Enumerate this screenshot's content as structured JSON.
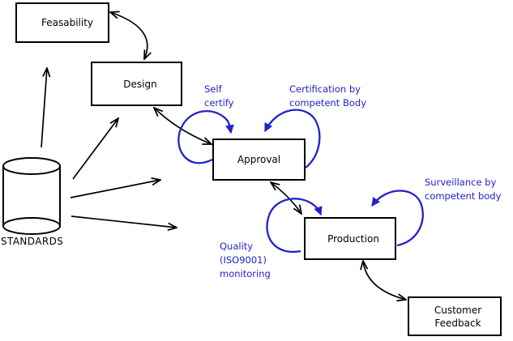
{
  "nodes": {
    "feasability": {
      "label": "Feasability"
    },
    "design": {
      "label": "Design"
    },
    "approval": {
      "label": "Approval"
    },
    "production": {
      "label": "Production"
    },
    "customer_feedback": {
      "lines": [
        "Customer",
        "Feedback"
      ]
    }
  },
  "standards": {
    "label": "STANDARDS"
  },
  "annotations": {
    "self_certify": {
      "lines": [
        "Self",
        "certify"
      ]
    },
    "certification": {
      "lines": [
        "Certification by",
        "competent Body"
      ]
    },
    "surveillance": {
      "lines": [
        "Surveillance by",
        "competent body"
      ]
    },
    "quality": {
      "lines": [
        "Quality",
        "(ISO9001)",
        "monitoring"
      ]
    }
  },
  "edges": [
    {
      "from": "STANDARDS",
      "to": "Feasability",
      "heads": "single"
    },
    {
      "from": "STANDARDS",
      "to": "Design",
      "heads": "single"
    },
    {
      "from": "STANDARDS",
      "to": "Approval",
      "heads": "single"
    },
    {
      "from": "STANDARDS",
      "to": "Production",
      "heads": "single"
    },
    {
      "from": "Feasability",
      "to": "Design",
      "heads": "double"
    },
    {
      "from": "Design",
      "to": "Approval",
      "heads": "double"
    },
    {
      "from": "Approval",
      "to": "Production",
      "heads": "double"
    },
    {
      "from": "Production",
      "to": "Customer Feedback",
      "heads": "double"
    },
    {
      "loop_on": "Approval",
      "label": "Self certify"
    },
    {
      "loop_on": "Approval",
      "label": "Certification by competent Body"
    },
    {
      "loop_on": "Production",
      "label": "Quality (ISO9001) monitoring"
    },
    {
      "loop_on": "Production",
      "label": "Surveillance by competent body"
    }
  ],
  "colors": {
    "line": "#000000",
    "annotation_blue": "#2222cc",
    "node_fill": "#ffffff",
    "background": "#ffffff"
  }
}
